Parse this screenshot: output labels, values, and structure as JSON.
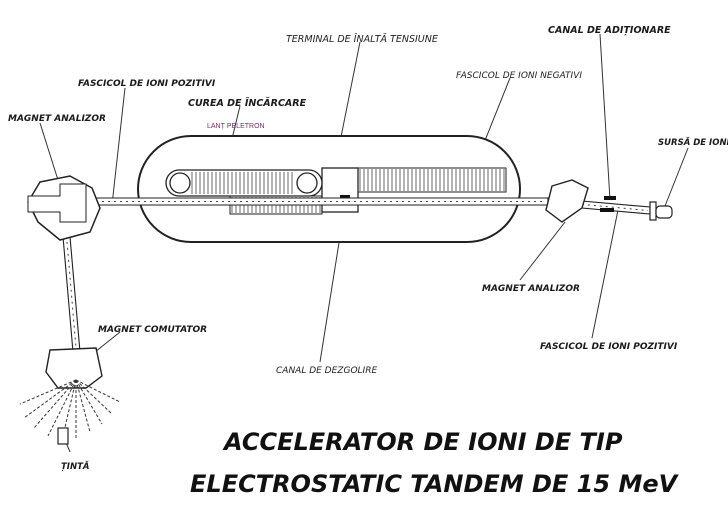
{
  "labels": {
    "terminal": "TERMINAL DE ÎNALTĂ TENSIUNE",
    "canal_aditionare": "CANAL DE ADIȚIONARE",
    "fascicol_pozitivi_top": "FASCICOL DE IONI POZITIVI",
    "fascicol_negativi": "FASCICOL DE IONI NEGATIVI",
    "magnet_analizor_left": "MAGNET ANALIZOR",
    "curea": "CUREA DE ÎNCĂRCARE",
    "lant_peletron": "LANȚ PELETRON",
    "sursa": "SURSĂ DE IONI",
    "magnet_analizor_right": "MAGNET ANALIZOR",
    "magnet_comutator": "MAGNET COMUTATOR",
    "canal_dezgolire": "CANAL DE DEZGOLIRE",
    "fascicol_pozitivi_right": "FASCICOL DE IONI POZITIVI",
    "tinta": "ȚINTĂ"
  },
  "title": {
    "line1": "ACCELERATOR DE IONI DE TIP",
    "line2": "ELECTROSTATIC TANDEM DE 15 MeV"
  },
  "colors": {
    "ink": "#1a1a1a",
    "small_text": "#7a2a6a"
  }
}
